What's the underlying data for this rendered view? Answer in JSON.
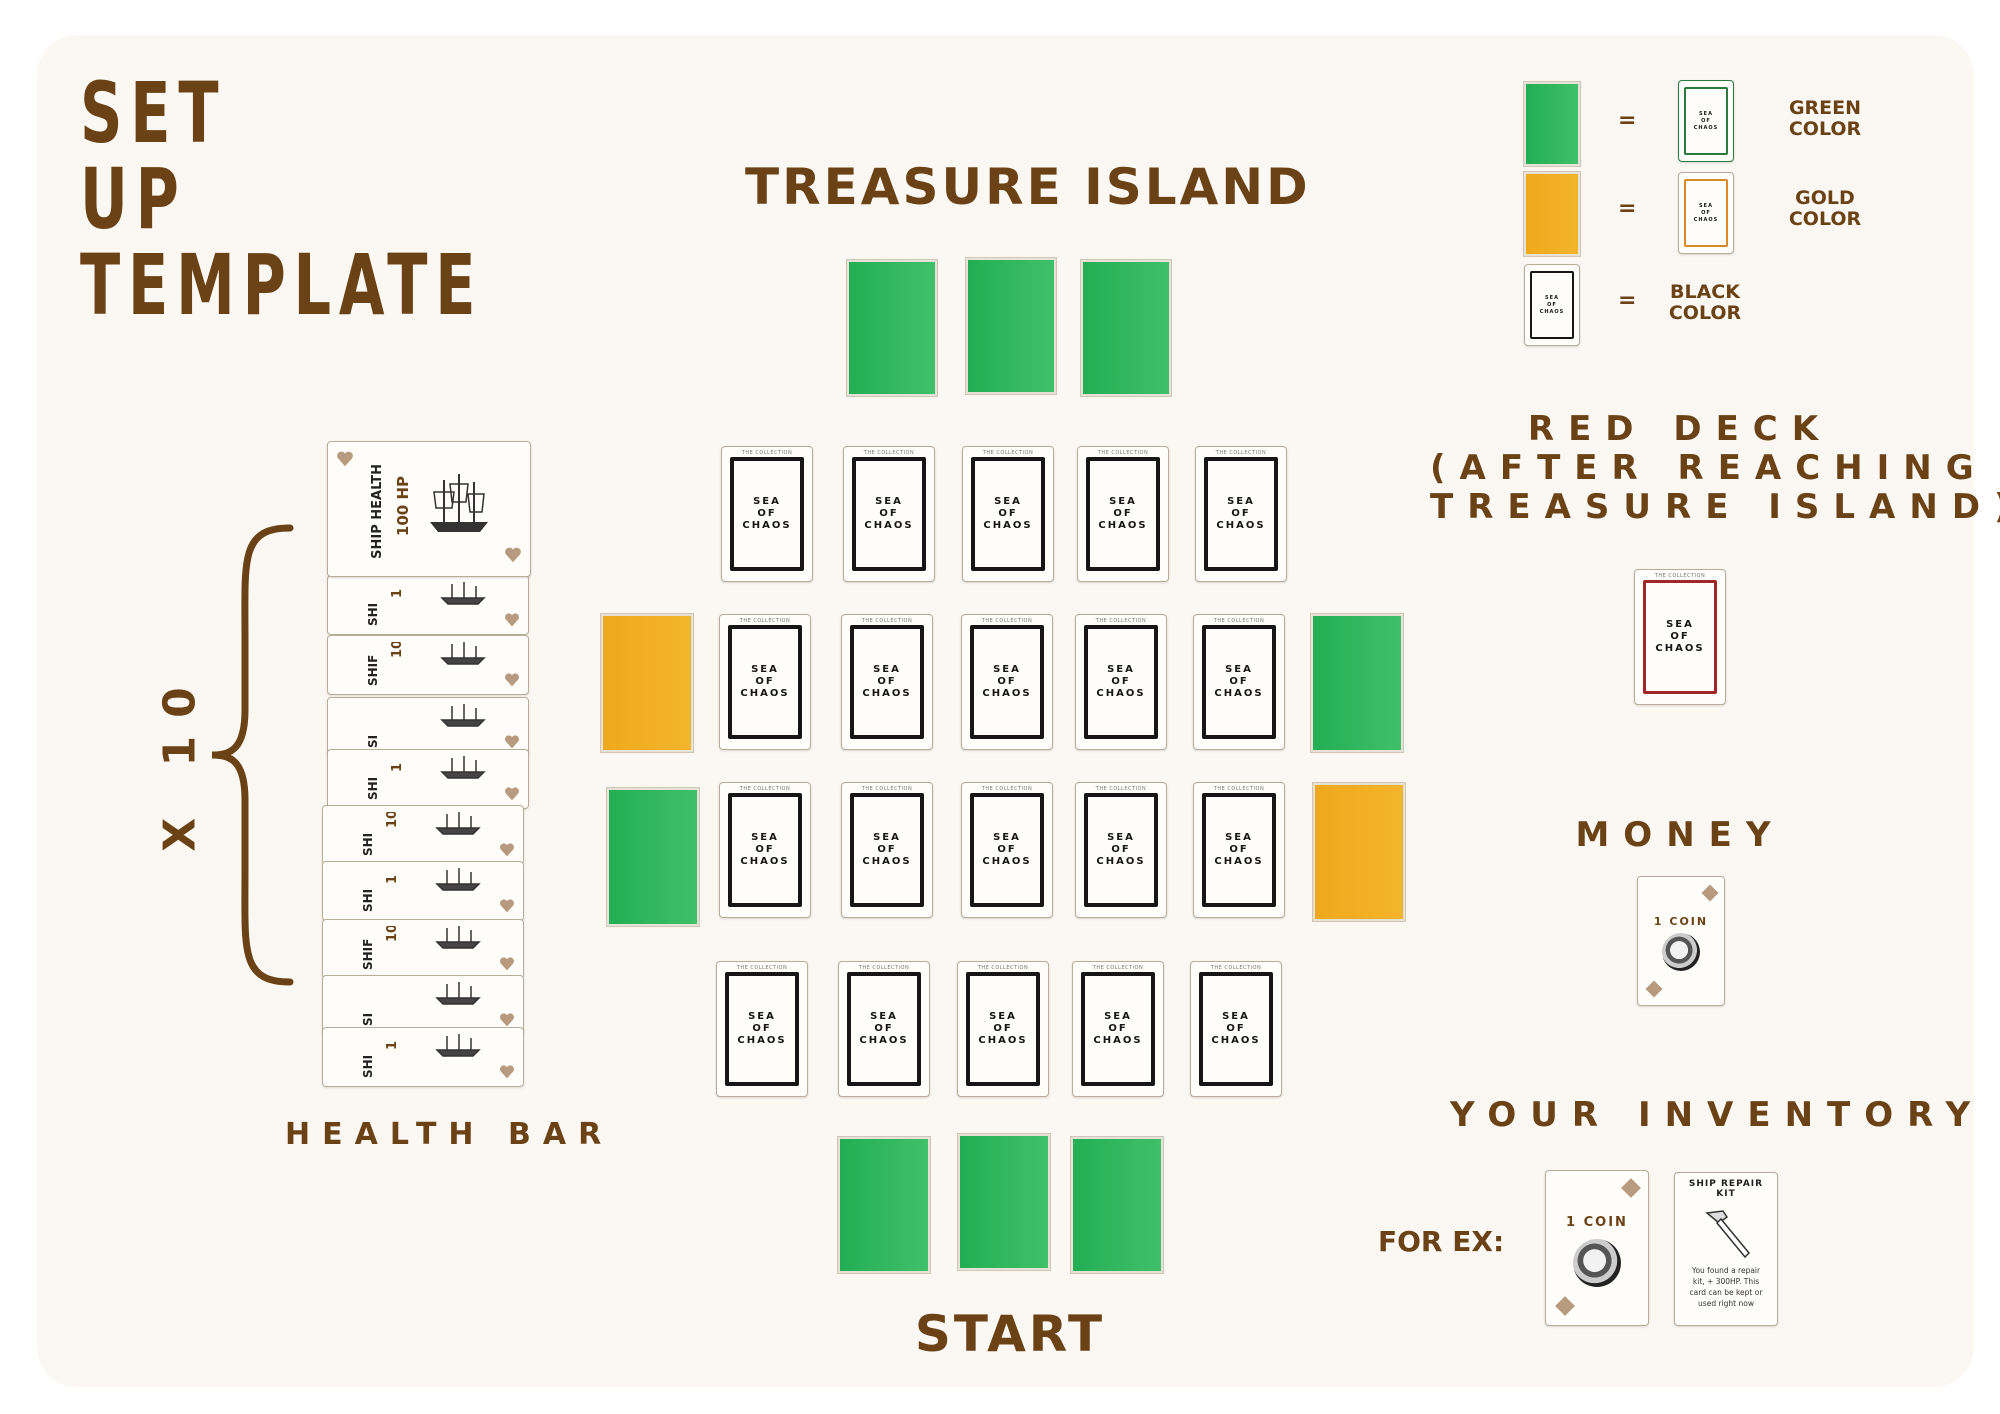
{
  "title": {
    "line1": "SET",
    "line2": "UP",
    "line3": "TEMPLATE"
  },
  "board": {
    "top_label": "TREASURE ISLAND",
    "bottom_label": "START",
    "card_back": {
      "small": "THE COLLECTION",
      "word1": "SEA",
      "word2": "OF",
      "word3": "CHAOS"
    }
  },
  "legend": {
    "green_label": "GREEN COLOR",
    "gold_label": "GOLD COLOR",
    "black_label": "BLACK COLOR",
    "equals": "=",
    "colors": {
      "green": "#22ae54",
      "gold": "#f0a81c",
      "black": "#161616",
      "red": "#a12727",
      "brown": "#6b4216"
    }
  },
  "health": {
    "multiplier": "X 10",
    "label": "HEALTH BAR",
    "top_card_title": "SHIP HEALTH",
    "top_card_value": "100 HP",
    "stack_labels": [
      "SHI",
      "SHIF",
      "SI",
      "SHI",
      "SHI",
      "SHI",
      "SHIF",
      "SI",
      "SHI"
    ],
    "stack_values": [
      "1",
      "10",
      "",
      "1",
      "10",
      "1",
      "10",
      "",
      "1"
    ]
  },
  "red_deck": {
    "line1": "RED DECK",
    "line2": "(AFTER REACHING",
    "line3": "TREASURE ISLAND)"
  },
  "money": {
    "label": "MONEY",
    "coin_label": "1 COIN"
  },
  "inventory": {
    "label": "YOUR INVENTORY",
    "example_label": "FOR EX:",
    "coin_label": "1 COIN",
    "kit_title": "SHIP REPAIR KIT",
    "kit_text": "You found a repair kit, + 300HP. This card can be kept or used right now"
  }
}
